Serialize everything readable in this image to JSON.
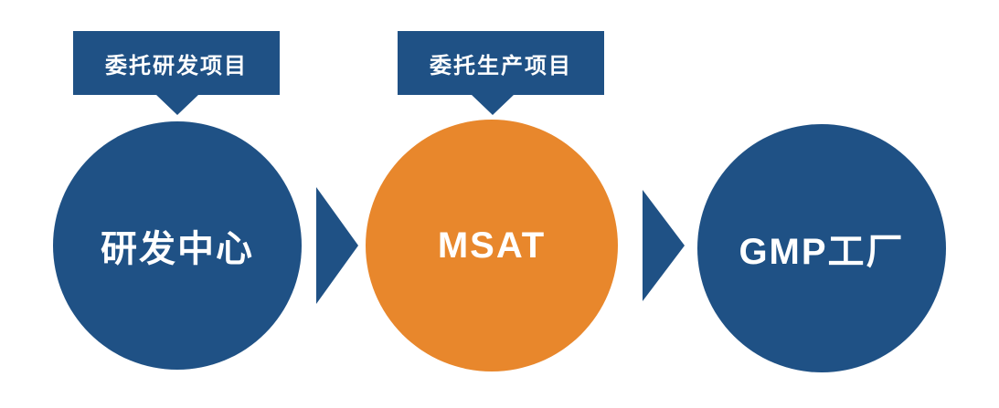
{
  "diagram": {
    "background": "#FFFFFF",
    "callouts": [
      {
        "label": "委托研发项目",
        "color": "#1F5185"
      },
      {
        "label": "委托生产项目",
        "color": "#1F5185"
      }
    ],
    "nodes": [
      {
        "label": "研发中心",
        "color": "#1F5185"
      },
      {
        "label": "MSAT",
        "color": "#E8872C"
      },
      {
        "label": "GMP工厂",
        "color": "#1F5185"
      }
    ],
    "arrows": [
      {
        "color": "#1F5185"
      },
      {
        "color": "#1F5185"
      }
    ]
  }
}
